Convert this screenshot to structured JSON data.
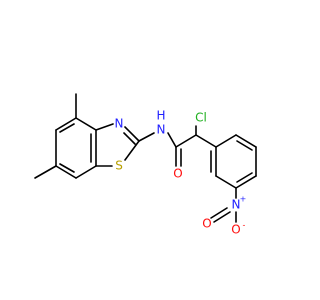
{
  "colors": {
    "background": "#ffffff",
    "bond": "#000000",
    "nitrogen": "#2020ff",
    "oxygen": "#ff0d0d",
    "sulfur": "#b8a000",
    "chlorine": "#1fb01f"
  },
  "atoms": {
    "n_thiazole": "N",
    "s_thiazole": "S",
    "n_amide": "N",
    "h_amide": "H",
    "o_carbonyl": "O",
    "cl": "Cl",
    "n_nitro": "N",
    "n_nitro_charge": "+",
    "o_nitro_down": "O",
    "o_nitro_down_charge": "-",
    "o_nitro_left": "O"
  }
}
